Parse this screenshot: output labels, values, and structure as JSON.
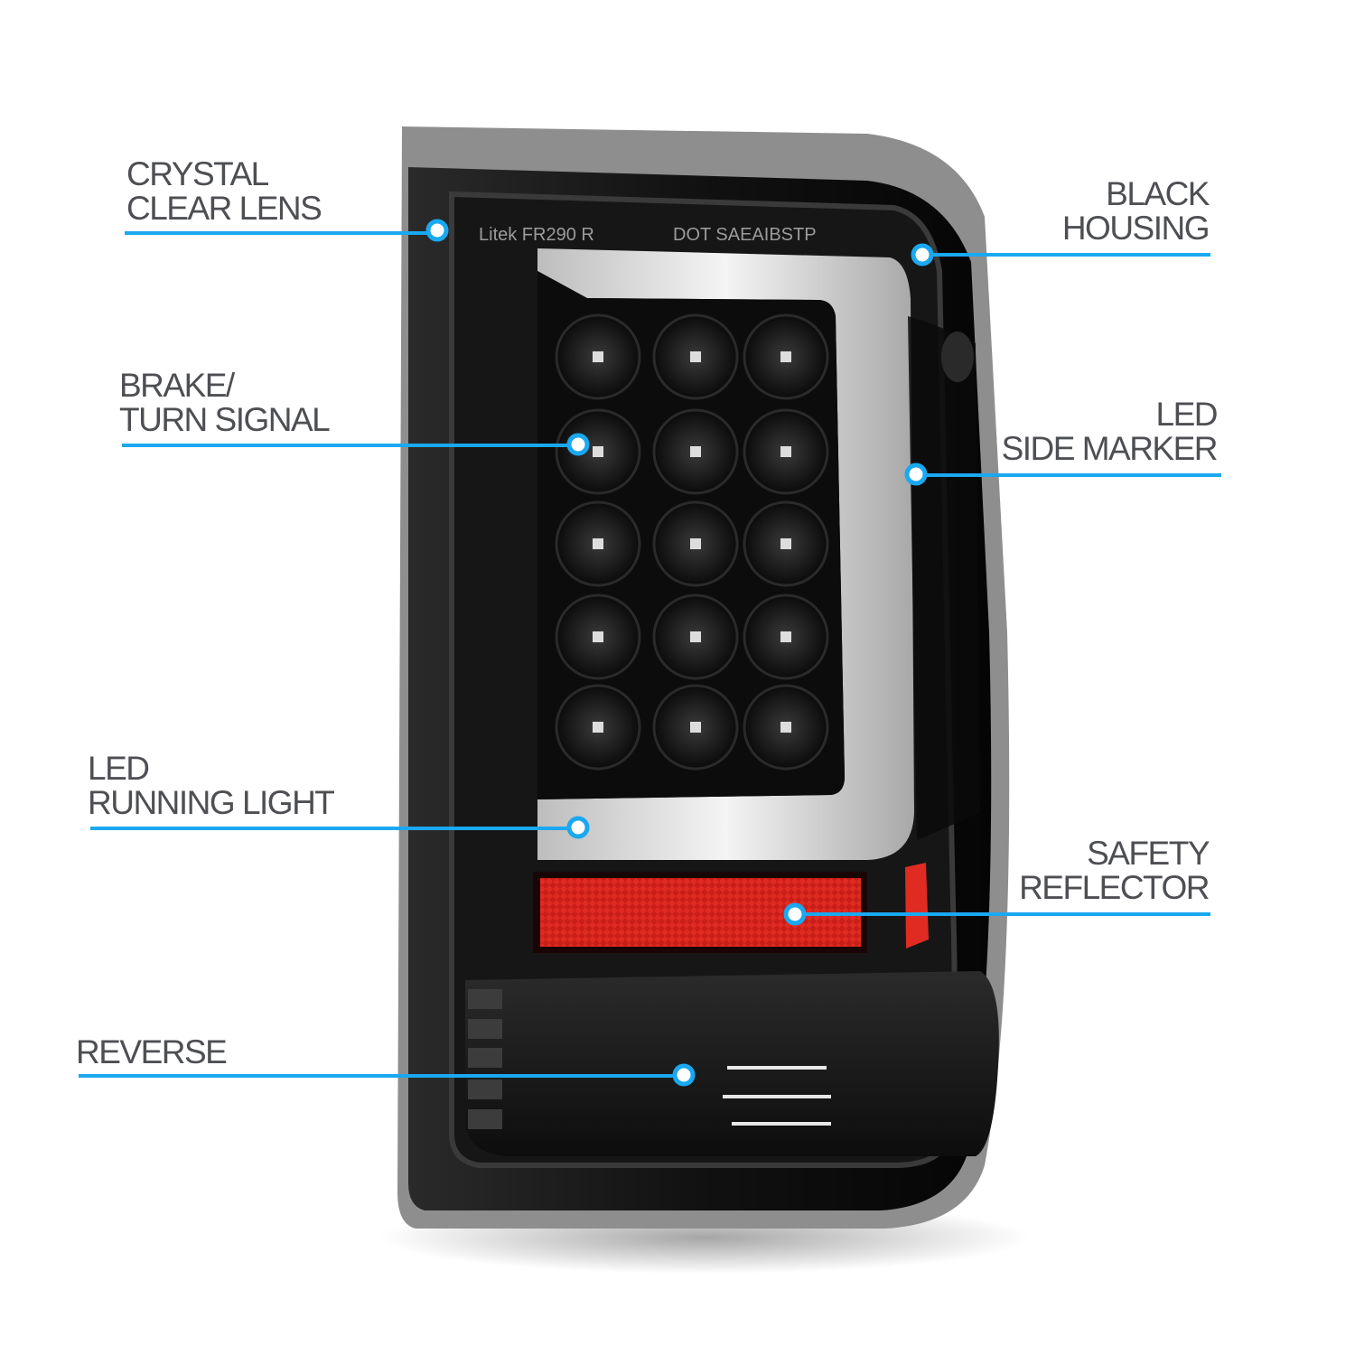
{
  "accent_color": "#1aa8f0",
  "text_color": "#4d4f53",
  "callouts": {
    "crystal_clear_lens": {
      "line1": "CRYSTAL",
      "line2": "CLEAR LENS"
    },
    "brake_turn_signal": {
      "line1": "BRAKE/",
      "line2": "TURN SIGNAL"
    },
    "led_running_light": {
      "line1": "LED",
      "line2": "RUNNING  LIGHT"
    },
    "reverse": {
      "line1": "REVERSE"
    },
    "black_housing": {
      "line1": "BLACK",
      "line2": "HOUSING"
    },
    "led_side_marker": {
      "line1": "LED",
      "line2": "SIDE MARKER"
    },
    "safety_reflector": {
      "line1": "SAFETY",
      "line2": "REFLECTOR"
    }
  },
  "lens_markings": {
    "left": "Litek FR290 R",
    "right": "DOT SAEAIBSTP"
  }
}
